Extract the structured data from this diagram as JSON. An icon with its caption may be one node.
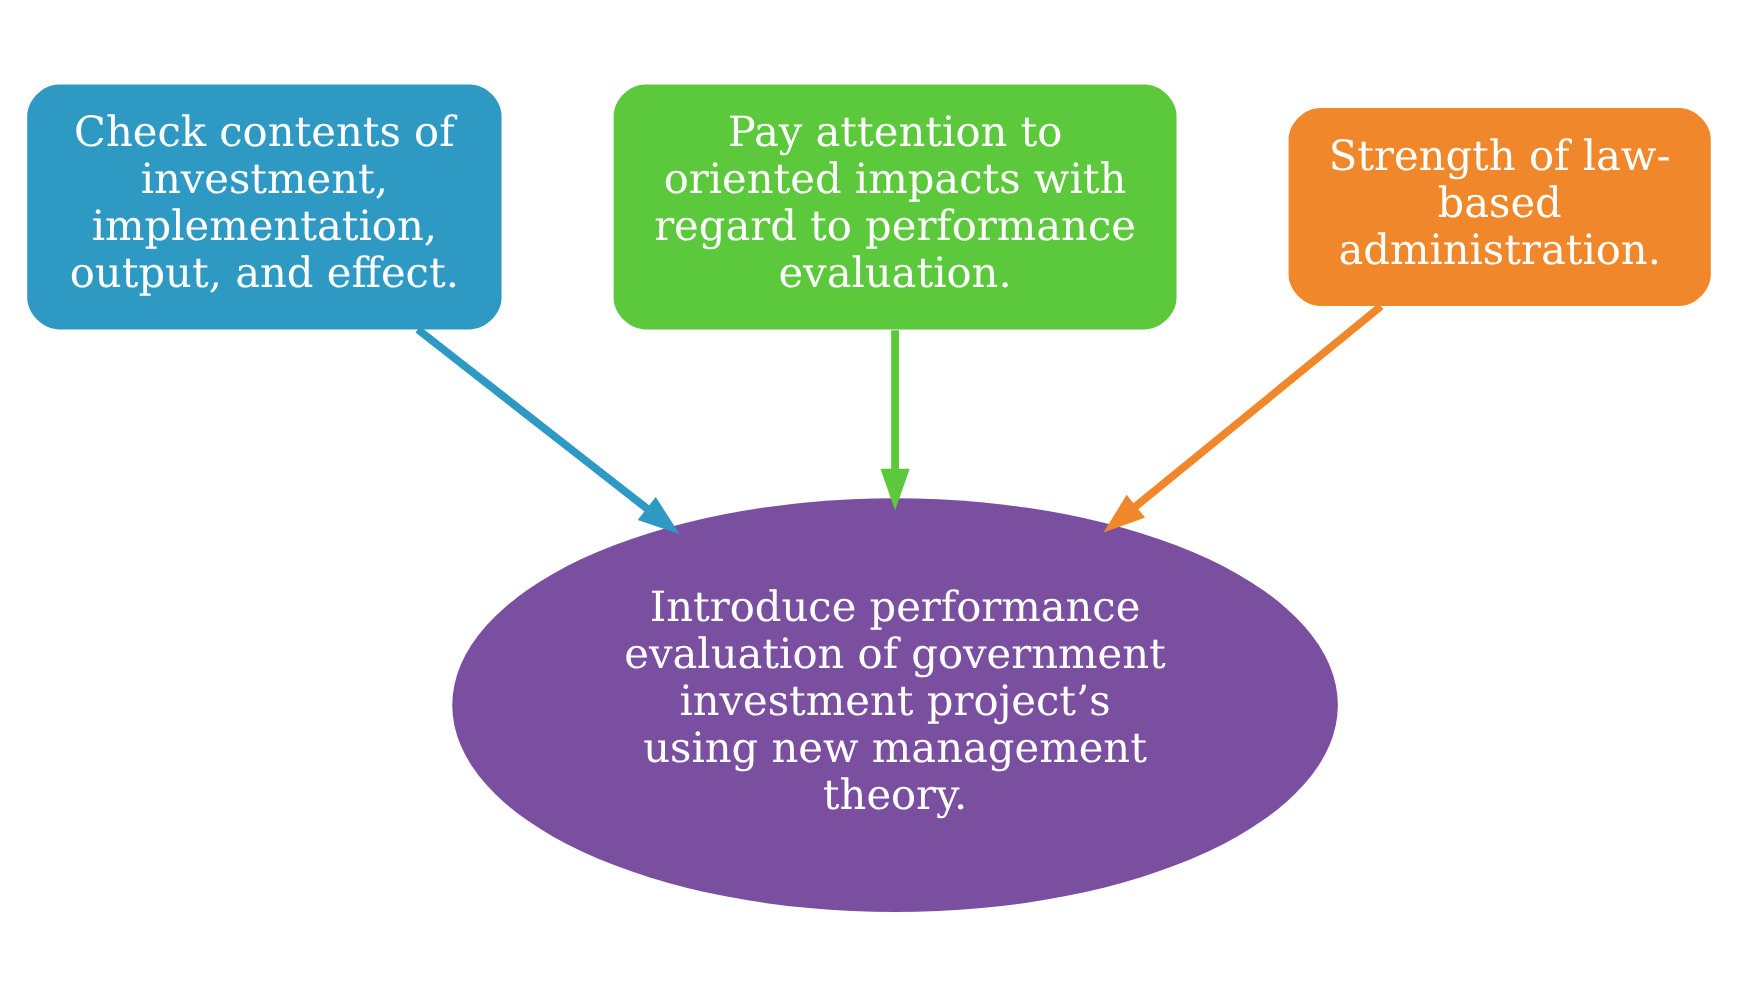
{
  "diagram": {
    "nodes": [
      {
        "text": [
          "Check contents of investment, implementation, output, and effect."
        ]
      },
      {
        "text": [
          "Pay attention to oriented impacts with regard to performance evaluation."
        ]
      },
      {
        "text": [
          "Strength of law-based administration."
        ]
      },
      {
        "text": [
          "Introduce performance evaluation of government investment project’s using new management theory."
        ]
      }
    ],
    "edges": [
      {
        "from": 0,
        "to": 3,
        "arrow": "to",
        "color": "#2e9ac4"
      },
      {
        "from": 1,
        "to": 3,
        "arrow": "to",
        "color": "#5cc83c"
      },
      {
        "from": 2,
        "to": 3,
        "arrow": "to",
        "color": "#f0872a"
      }
    ]
  }
}
